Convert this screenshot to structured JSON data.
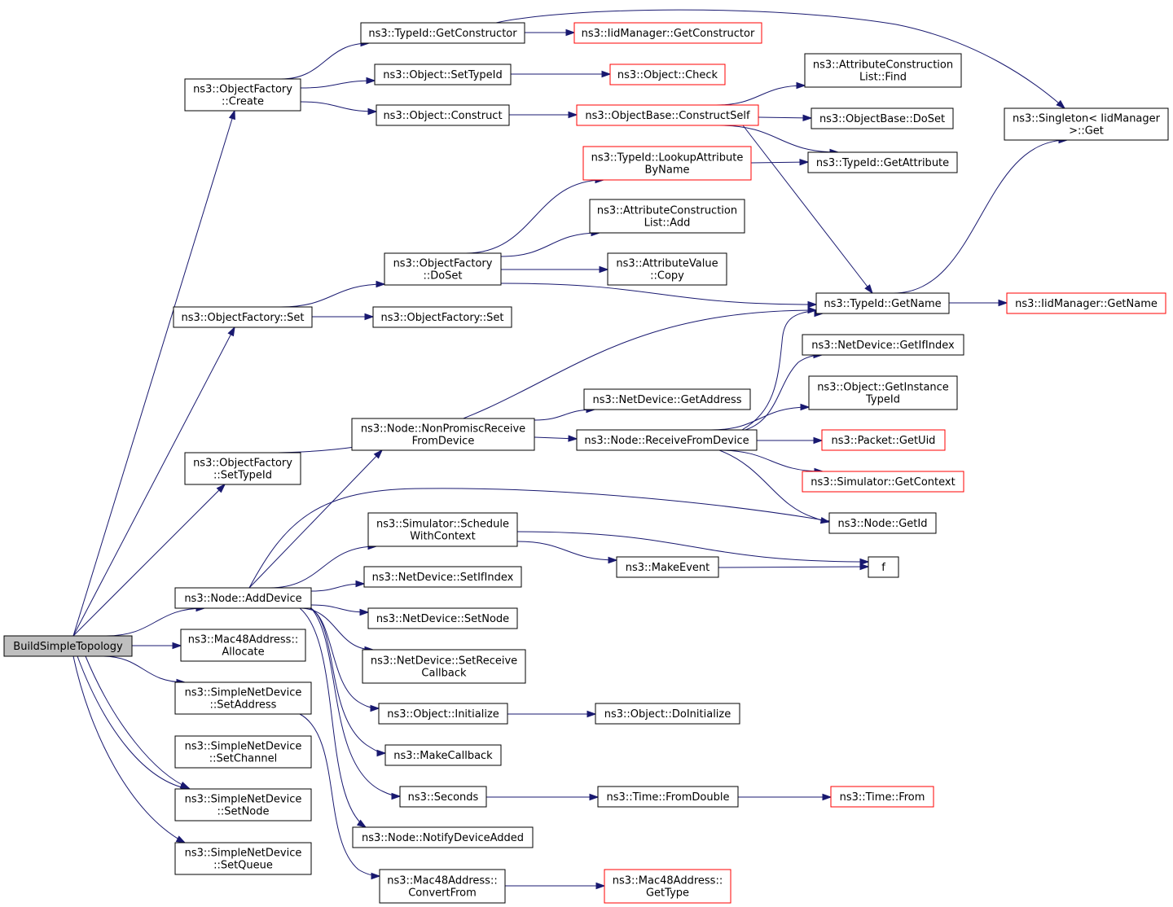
{
  "colors": {
    "edge": "#191970",
    "node_border": "#000000",
    "node_border_truncated": "#ff0000",
    "root_fill": "#bfbfbf",
    "node_fill": "#ffffff"
  },
  "nodes": {
    "root": {
      "lines": [
        "BuildSimpleTopology"
      ],
      "style": "root"
    },
    "of_create": {
      "lines": [
        "ns3::ObjectFactory",
        "::Create"
      ],
      "style": "normal"
    },
    "of_set": {
      "lines": [
        "ns3::ObjectFactory::Set"
      ],
      "style": "normal"
    },
    "of_settypeid": {
      "lines": [
        "ns3::ObjectFactory",
        "::SetTypeId"
      ],
      "style": "normal"
    },
    "node_adddevice": {
      "lines": [
        "ns3::Node::AddDevice"
      ],
      "style": "normal"
    },
    "mac_allocate": {
      "lines": [
        "ns3::Mac48Address::",
        "Allocate"
      ],
      "style": "normal"
    },
    "snd_setaddress": {
      "lines": [
        "ns3::SimpleNetDevice",
        "::SetAddress"
      ],
      "style": "normal"
    },
    "snd_setchannel": {
      "lines": [
        "ns3::SimpleNetDevice",
        "::SetChannel"
      ],
      "style": "normal"
    },
    "snd_setnode": {
      "lines": [
        "ns3::SimpleNetDevice",
        "::SetNode"
      ],
      "style": "normal"
    },
    "snd_setqueue": {
      "lines": [
        "ns3::SimpleNetDevice",
        "::SetQueue"
      ],
      "style": "normal"
    },
    "tid_getctor": {
      "lines": [
        "ns3::TypeId::GetConstructor"
      ],
      "style": "normal"
    },
    "obj_settypeid": {
      "lines": [
        "ns3::Object::SetTypeId"
      ],
      "style": "normal"
    },
    "obj_construct": {
      "lines": [
        "ns3::Object::Construct"
      ],
      "style": "normal"
    },
    "iid_getctor": {
      "lines": [
        "ns3::IidManager::GetConstructor"
      ],
      "style": "truncated"
    },
    "obj_check": {
      "lines": [
        "ns3::Object::Check"
      ],
      "style": "truncated"
    },
    "ob_constructself": {
      "lines": [
        "ns3::ObjectBase::ConstructSelf"
      ],
      "style": "truncated"
    },
    "acl_find": {
      "lines": [
        "ns3::AttributeConstruction",
        "List::Find"
      ],
      "style": "normal"
    },
    "ob_doset": {
      "lines": [
        "ns3::ObjectBase::DoSet"
      ],
      "style": "normal"
    },
    "singleton_get": {
      "lines": [
        "ns3::Singleton< IidManager",
        ">::Get"
      ],
      "style": "normal"
    },
    "tid_lookup": {
      "lines": [
        "ns3::TypeId::LookupAttribute",
        "ByName"
      ],
      "style": "truncated"
    },
    "tid_getattr": {
      "lines": [
        "ns3::TypeId::GetAttribute"
      ],
      "style": "normal"
    },
    "acl_add": {
      "lines": [
        "ns3::AttributeConstruction",
        "List::Add"
      ],
      "style": "normal"
    },
    "of_doset": {
      "lines": [
        "ns3::ObjectFactory",
        "::DoSet"
      ],
      "style": "normal"
    },
    "av_copy": {
      "lines": [
        "ns3::AttributeValue",
        "::Copy"
      ],
      "style": "normal"
    },
    "of_set2": {
      "lines": [
        "ns3::ObjectFactory::Set"
      ],
      "style": "normal"
    },
    "tid_getname": {
      "lines": [
        "ns3::TypeId::GetName"
      ],
      "style": "normal"
    },
    "iid_getname": {
      "lines": [
        "ns3::IidManager::GetName"
      ],
      "style": "truncated"
    },
    "nd_getifindex": {
      "lines": [
        "ns3::NetDevice::GetIfIndex"
      ],
      "style": "normal"
    },
    "obj_getinsttid": {
      "lines": [
        "ns3::Object::GetInstance",
        "TypeId"
      ],
      "style": "normal"
    },
    "nd_getaddress": {
      "lines": [
        "ns3::NetDevice::GetAddress"
      ],
      "style": "normal"
    },
    "node_nonpromisc": {
      "lines": [
        "ns3::Node::NonPromiscReceive",
        "FromDevice"
      ],
      "style": "normal"
    },
    "node_recvfromdev": {
      "lines": [
        "ns3::Node::ReceiveFromDevice"
      ],
      "style": "normal"
    },
    "pkt_getuid": {
      "lines": [
        "ns3::Packet::GetUid"
      ],
      "style": "truncated"
    },
    "sim_getcontext": {
      "lines": [
        "ns3::Simulator::GetContext"
      ],
      "style": "truncated"
    },
    "node_getid": {
      "lines": [
        "ns3::Node::GetId"
      ],
      "style": "normal"
    },
    "sim_schedctx": {
      "lines": [
        "ns3::Simulator::Schedule",
        "WithContext"
      ],
      "style": "normal"
    },
    "f": {
      "lines": [
        "f"
      ],
      "style": "normal"
    },
    "makeevent": {
      "lines": [
        "ns3::MakeEvent"
      ],
      "style": "normal"
    },
    "nd_setifindex": {
      "lines": [
        "ns3::NetDevice::SetIfIndex"
      ],
      "style": "normal"
    },
    "nd_setnode": {
      "lines": [
        "ns3::NetDevice::SetNode"
      ],
      "style": "normal"
    },
    "nd_setrecvcb": {
      "lines": [
        "ns3::NetDevice::SetReceive",
        "Callback"
      ],
      "style": "normal"
    },
    "obj_initialize": {
      "lines": [
        "ns3::Object::Initialize"
      ],
      "style": "normal"
    },
    "obj_doinit": {
      "lines": [
        "ns3::Object::DoInitialize"
      ],
      "style": "normal"
    },
    "makecallback": {
      "lines": [
        "ns3::MakeCallback"
      ],
      "style": "normal"
    },
    "seconds": {
      "lines": [
        "ns3::Seconds"
      ],
      "style": "normal"
    },
    "time_fromdouble": {
      "lines": [
        "ns3::Time::FromDouble"
      ],
      "style": "normal"
    },
    "time_from": {
      "lines": [
        "ns3::Time::From"
      ],
      "style": "truncated"
    },
    "node_notifyadded": {
      "lines": [
        "ns3::Node::NotifyDeviceAdded"
      ],
      "style": "normal"
    },
    "mac_convertfrom": {
      "lines": [
        "ns3::Mac48Address::",
        "ConvertFrom"
      ],
      "style": "normal"
    },
    "mac_gettype": {
      "lines": [
        "ns3::Mac48Address::",
        "GetType"
      ],
      "style": "truncated"
    }
  },
  "edges": [
    [
      "root",
      "of_create"
    ],
    [
      "root",
      "of_set"
    ],
    [
      "root",
      "of_settypeid"
    ],
    [
      "root",
      "node_adddevice"
    ],
    [
      "root",
      "mac_allocate"
    ],
    [
      "root",
      "snd_setaddress"
    ],
    [
      "root",
      "snd_setchannel"
    ],
    [
      "root",
      "snd_setnode"
    ],
    [
      "root",
      "snd_setqueue"
    ],
    [
      "of_create",
      "tid_getctor"
    ],
    [
      "of_create",
      "obj_settypeid"
    ],
    [
      "of_create",
      "obj_construct"
    ],
    [
      "tid_getctor",
      "iid_getctor"
    ],
    [
      "tid_getctor",
      "singleton_get"
    ],
    [
      "obj_settypeid",
      "obj_check"
    ],
    [
      "obj_construct",
      "ob_constructself"
    ],
    [
      "ob_constructself",
      "acl_find"
    ],
    [
      "ob_constructself",
      "ob_doset"
    ],
    [
      "ob_constructself",
      "tid_getattr"
    ],
    [
      "ob_constructself",
      "tid_getname"
    ],
    [
      "tid_lookup",
      "tid_getattr"
    ],
    [
      "of_set",
      "of_doset"
    ],
    [
      "of_set",
      "of_set2"
    ],
    [
      "of_doset",
      "tid_lookup"
    ],
    [
      "of_doset",
      "acl_add"
    ],
    [
      "of_doset",
      "av_copy"
    ],
    [
      "of_doset",
      "tid_getname"
    ],
    [
      "of_settypeid",
      "tid_getname"
    ],
    [
      "tid_getname",
      "singleton_get"
    ],
    [
      "tid_getname",
      "iid_getname"
    ],
    [
      "node_adddevice",
      "node_nonpromisc"
    ],
    [
      "node_adddevice",
      "node_getid"
    ],
    [
      "node_adddevice",
      "sim_schedctx"
    ],
    [
      "node_adddevice",
      "nd_setifindex"
    ],
    [
      "node_adddevice",
      "nd_setnode"
    ],
    [
      "node_adddevice",
      "nd_setrecvcb"
    ],
    [
      "node_adddevice",
      "obj_initialize"
    ],
    [
      "node_adddevice",
      "makecallback"
    ],
    [
      "node_adddevice",
      "seconds"
    ],
    [
      "node_adddevice",
      "node_notifyadded"
    ],
    [
      "node_nonpromisc",
      "nd_getaddress"
    ],
    [
      "node_nonpromisc",
      "node_recvfromdev"
    ],
    [
      "node_recvfromdev",
      "tid_getname"
    ],
    [
      "node_recvfromdev",
      "nd_getifindex"
    ],
    [
      "node_recvfromdev",
      "obj_getinsttid"
    ],
    [
      "node_recvfromdev",
      "pkt_getuid"
    ],
    [
      "node_recvfromdev",
      "sim_getcontext"
    ],
    [
      "node_recvfromdev",
      "node_getid"
    ],
    [
      "sim_schedctx",
      "f"
    ],
    [
      "sim_schedctx",
      "makeevent"
    ],
    [
      "makeevent",
      "f"
    ],
    [
      "obj_initialize",
      "obj_doinit"
    ],
    [
      "seconds",
      "time_fromdouble"
    ],
    [
      "time_fromdouble",
      "time_from"
    ],
    [
      "snd_setaddress",
      "mac_convertfrom"
    ],
    [
      "mac_convertfrom",
      "mac_gettype"
    ]
  ]
}
